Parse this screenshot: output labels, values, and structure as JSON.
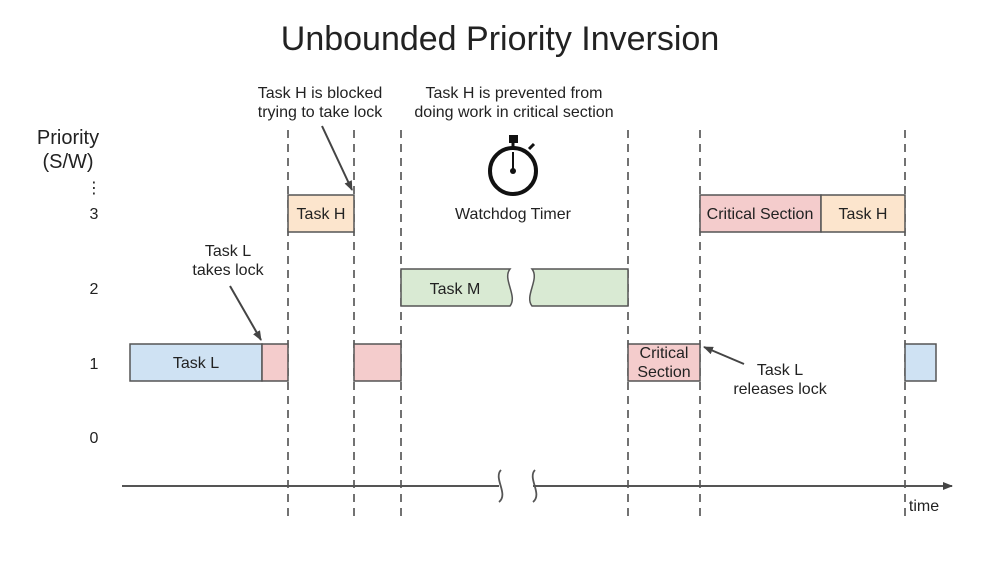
{
  "title": "Unbounded Priority Inversion",
  "y_axis": {
    "label_line1": "Priority",
    "label_line2": "(S/W)",
    "ellipsis": "⋮",
    "levels": [
      "3",
      "2",
      "1",
      "0"
    ]
  },
  "x_axis": {
    "label": "time"
  },
  "blocks": {
    "task_l": "Task L",
    "task_h_blocked": "Task H",
    "task_m": "Task M",
    "critical_section_l1": "Critical",
    "critical_section_l2": "Section",
    "critical_section_high": "Critical Section",
    "task_h_final": "Task H"
  },
  "annotations": {
    "h_blocked_line1": "Task H is blocked",
    "h_blocked_line2": "trying to take lock",
    "h_prevented_line1": "Task H is prevented from",
    "h_prevented_line2": "doing work in critical section",
    "l_takes_line1": "Task L",
    "l_takes_line2": "takes lock",
    "l_releases_line1": "Task L",
    "l_releases_line2": "releases lock",
    "watchdog": "Watchdog Timer"
  },
  "icons": {
    "timer": "stopwatch-icon"
  },
  "colors": {
    "task_l": "#cfe2f3",
    "lock": "#f4cccc",
    "task_h": "#fce5cd",
    "task_m": "#d9ead3",
    "outline": "#555555"
  }
}
